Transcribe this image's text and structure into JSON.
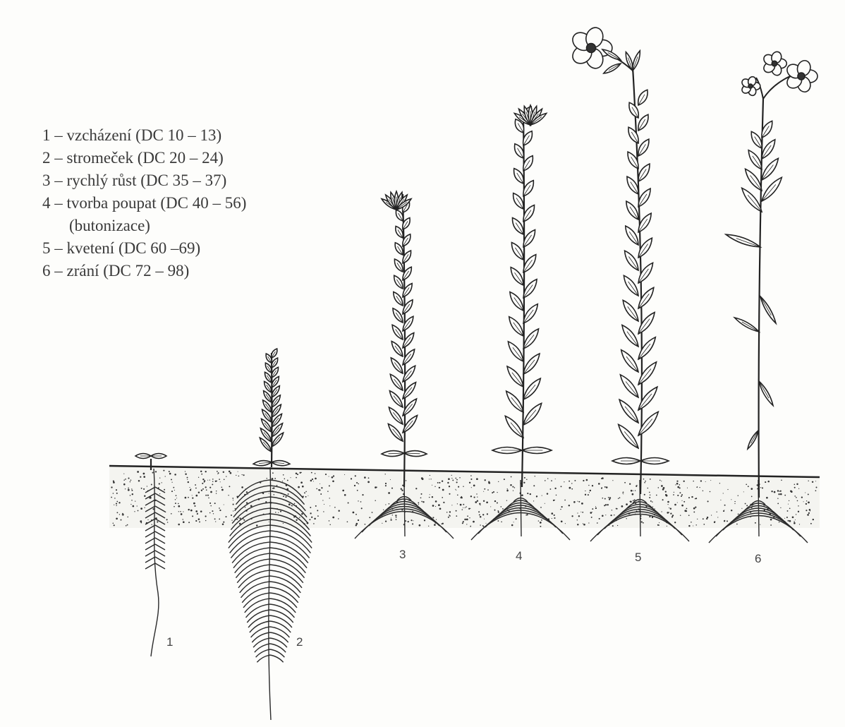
{
  "legend": {
    "line1": "1 – vzcházení (DC 10 – 13)",
    "line2": "2 – stromeček (DC 20 – 24)",
    "line3": "3 – rychlý růst (DC 35 – 37)",
    "line4": "4 – tvorba poupat  (DC 40 – 56)",
    "line4b": "(butonizace)",
    "line5": "5 – kvetení (DC 60 –69)",
    "line6": "6 – zrání (DC 72 – 98)"
  },
  "plant_numbers": {
    "p1": "1",
    "p2": "2",
    "p3": "3",
    "p4": "4",
    "p5": "5",
    "p6": "6"
  }
}
